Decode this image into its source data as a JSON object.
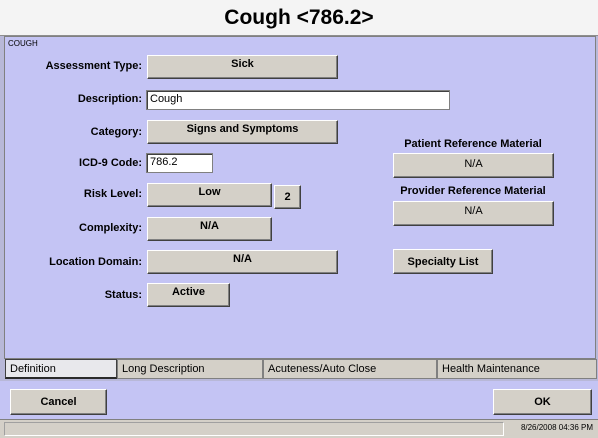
{
  "window": {
    "title": "Cough <786.2>",
    "subtitle": "COUGH"
  },
  "form": {
    "assessment_type": {
      "label": "Assessment Type:",
      "value": "Sick"
    },
    "description": {
      "label": "Description:",
      "value": "Cough"
    },
    "category": {
      "label": "Category:",
      "value": "Signs and Symptoms"
    },
    "icd9": {
      "label": "ICD-9 Code:",
      "value": "786.2"
    },
    "risk_level": {
      "label": "Risk Level:",
      "value": "Low",
      "num": "2"
    },
    "complexity": {
      "label": "Complexity:",
      "value": "N/A"
    },
    "location_domain": {
      "label": "Location Domain:",
      "value": "N/A"
    },
    "status": {
      "label": "Status:",
      "value": "Active"
    }
  },
  "reference": {
    "patient_label": "Patient Reference Material",
    "patient_value": "N/A",
    "provider_label": "Provider Reference Material",
    "provider_value": "N/A",
    "specialty_list": "Specialty List"
  },
  "tabs": [
    {
      "label": "Definition",
      "active": true
    },
    {
      "label": "Long Description"
    },
    {
      "label": "Acuteness/Auto Close"
    },
    {
      "label": "Health Maintenance"
    }
  ],
  "footer": {
    "cancel": "Cancel",
    "ok": "OK"
  },
  "statusbar": {
    "datetime": "8/26/2008  04:36 PM"
  }
}
